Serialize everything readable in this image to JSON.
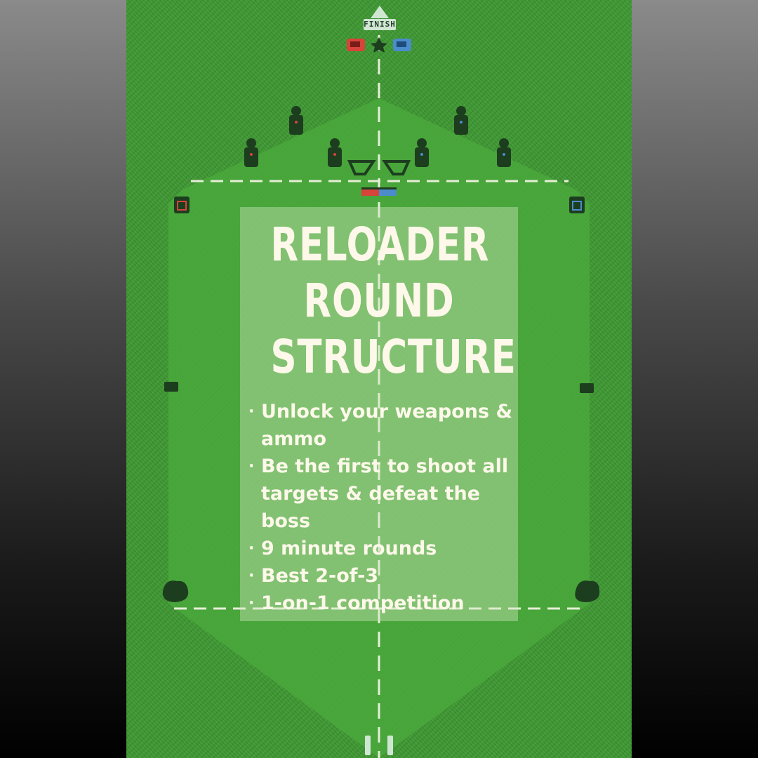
{
  "colors": {
    "grass": "#3f9a33",
    "field_light": "#4aa83c",
    "line": "#e6eed8",
    "target": "#1d3d1f",
    "text": "#fdf8ea",
    "team_red": "#d8433a",
    "team_blue": "#4a8ccc"
  },
  "finish": {
    "label": "FINISH"
  },
  "title_lines": [
    "RELOADER",
    "ROUND",
    "STRUCTURE"
  ],
  "bullet_glyph": "·",
  "bullets": [
    "Unlock your weapons & ammo",
    "Be the first to shoot all targets & defeat the boss",
    "9 minute rounds",
    "Best 2-of-3",
    "1-on-1 competition"
  ],
  "icons": [
    "finish-arrow-icon",
    "team-red-vehicle-icon",
    "center-star-icon",
    "team-blue-vehicle-icon",
    "silhouette-target-icon",
    "crossbow-icon",
    "supply-crate-icon",
    "ammo-box-icon",
    "bush-cover-icon",
    "start-marker-icon"
  ]
}
